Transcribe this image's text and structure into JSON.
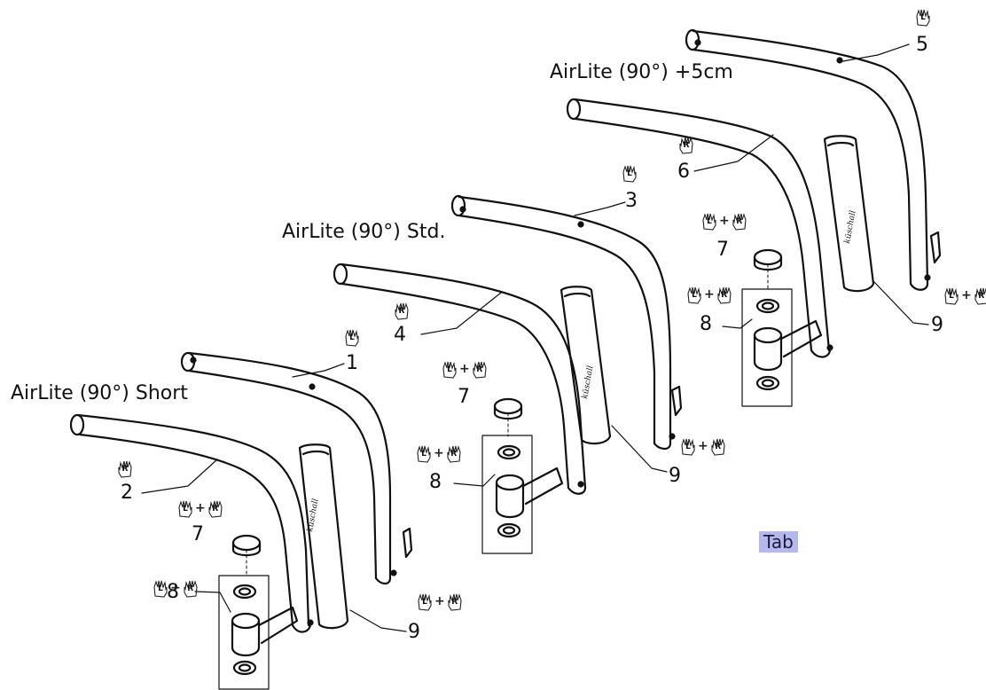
{
  "assemblies": [
    {
      "title": "AirLite (90°) Short"
    },
    {
      "title": "AirLite (90°) Std."
    },
    {
      "title": "AirLite (90°) +5cm"
    }
  ],
  "parts": {
    "p1": "1",
    "p2": "2",
    "p3": "3",
    "p4": "4",
    "p5": "5",
    "p6": "6",
    "p7": "7",
    "p8": "8",
    "p9": "9"
  },
  "hand_letters": {
    "left": "L",
    "right": "R",
    "plus": "+"
  },
  "brand_mark": "küschall",
  "tab_label": "Tab"
}
